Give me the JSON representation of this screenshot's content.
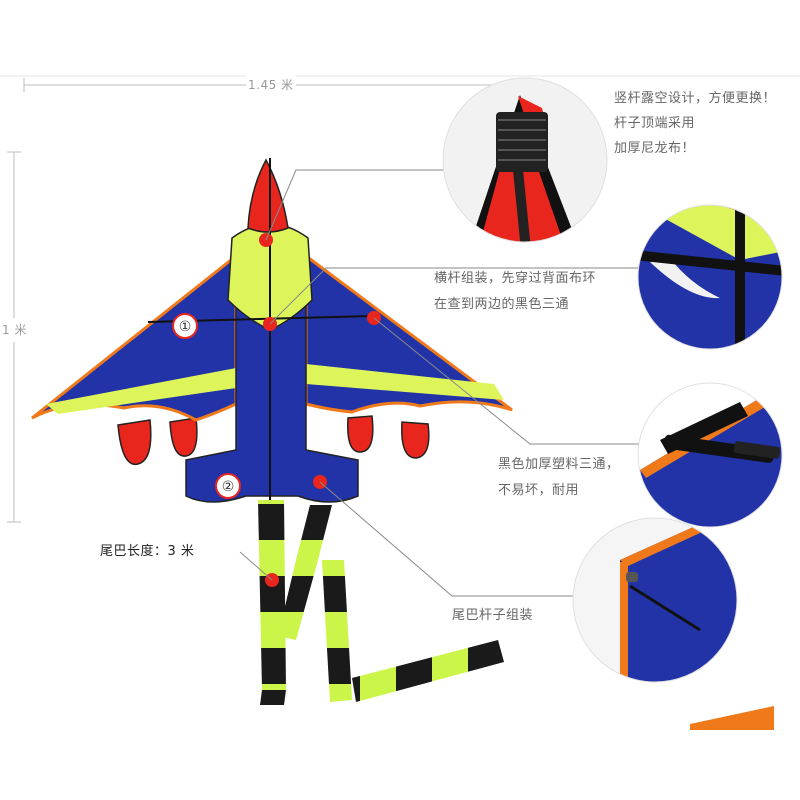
{
  "dimensions": {
    "width_label": "1.45 米",
    "height_label": "1 米"
  },
  "markers": {
    "marker_1": "①",
    "marker_2": "②"
  },
  "callouts": {
    "spine": [
      "竖杆露空设计，方便更换！",
      "杆子顶端采用",
      "加厚尼龙布！"
    ],
    "cross_bar": [
      "横杆组装，先穿过背面布环",
      "在查到两边的黑色三通"
    ],
    "connector": [
      "黑色加厚塑料三通，",
      "不易坏，耐用"
    ],
    "tail_rod": "尾巴杆子组装",
    "tail_length": "尾巴长度：3 米"
  },
  "colors": {
    "kite_blue": "#2233a8",
    "accent_yellow": "#ddf55a",
    "nose_red": "#e8261e",
    "trim_orange": "#f07a1a",
    "leader_gray": "#8a8a8a"
  }
}
